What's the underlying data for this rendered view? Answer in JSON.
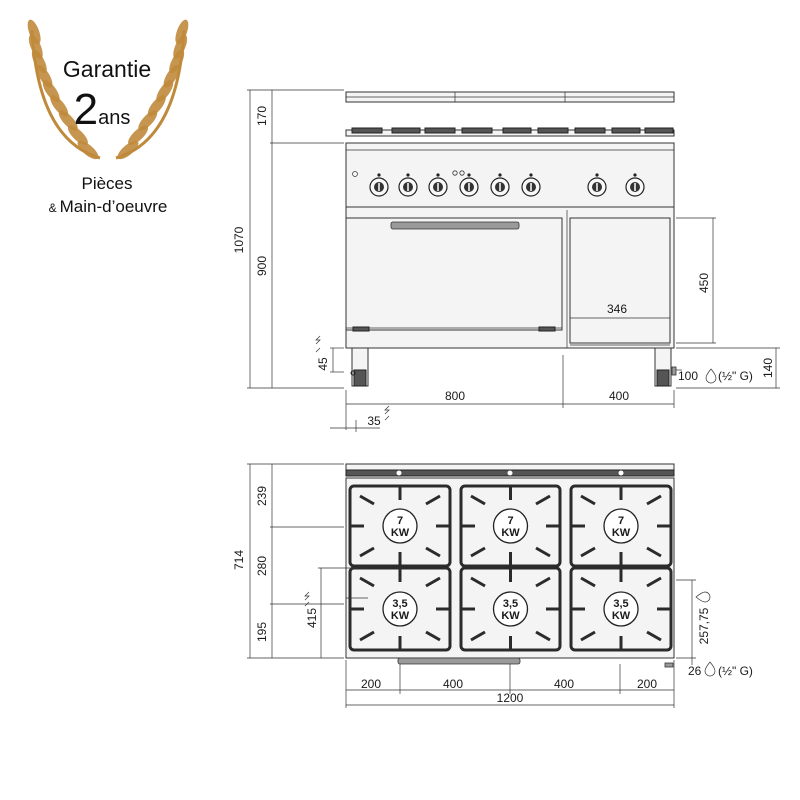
{
  "badge": {
    "title": "Garantie",
    "years_number": "2",
    "years_unit": "ans",
    "line1": "Pièces",
    "line2_amp": "&",
    "line2": "Main-d’oeuvre",
    "laurel_color": "#c08a3c"
  },
  "front_view": {
    "dim_total_height": "1070",
    "dim_body_height": "900",
    "dim_top_height": "170",
    "dim_door_height": "450",
    "dim_door_width": "346",
    "dim_foot_range": "45",
    "dim_foot_offset": "35",
    "dim_oven_width": "800",
    "dim_cabinet_width": "400",
    "dim_gas_height": "100",
    "gas_thread": "(½\" G)",
    "dim_right_height": "140"
  },
  "top_view": {
    "dim_total_depth": "714",
    "dim_rear": "239",
    "dim_middle": "280",
    "dim_front": "195",
    "dim_connection": "415",
    "dim_gas_depth": "257,75",
    "dim_gas_offset": "26",
    "gas_thread": "(½\" G)",
    "dim_widths": [
      "200",
      "400",
      "400",
      "200"
    ],
    "dim_total_width": "1200",
    "burners": [
      {
        "power": "7",
        "unit": "KW"
      },
      {
        "power": "3,5",
        "unit": "KW"
      },
      {
        "power": "7",
        "unit": "KW"
      },
      {
        "power": "3,5",
        "unit": "KW"
      },
      {
        "power": "7",
        "unit": "KW"
      },
      {
        "power": "3,5",
        "unit": "KW"
      }
    ]
  }
}
